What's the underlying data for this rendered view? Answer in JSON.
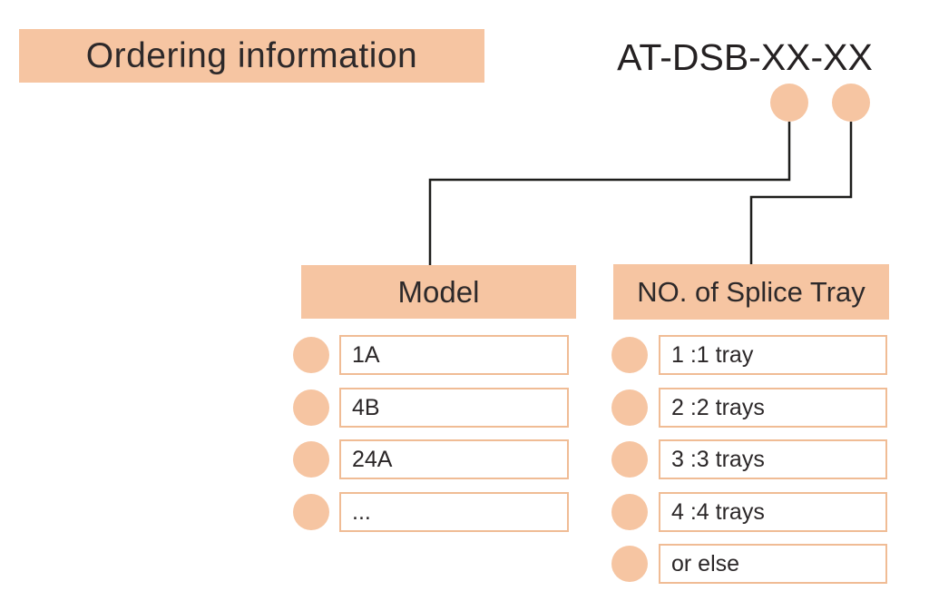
{
  "title": "Ordering information",
  "code": "AT-DSB-XX-XX",
  "columns": [
    {
      "header": "Model",
      "items": [
        "1A",
        "4B",
        "24A",
        "..."
      ]
    },
    {
      "header": "NO. of Splice Tray",
      "items": [
        "1 :1 tray",
        "2 :2 trays",
        "3 :3 trays",
        "4 :4 trays",
        "or else"
      ]
    }
  ],
  "colors": {
    "accent_peach": "#f6c5a2",
    "item_box_border": "#f0bc95",
    "connector_line": "#1d1d1b",
    "text_dark": "#2b2728",
    "background": "#ffffff"
  },
  "icons": {
    "bullet": "dot-icon",
    "code_markers": "dot-icon"
  }
}
